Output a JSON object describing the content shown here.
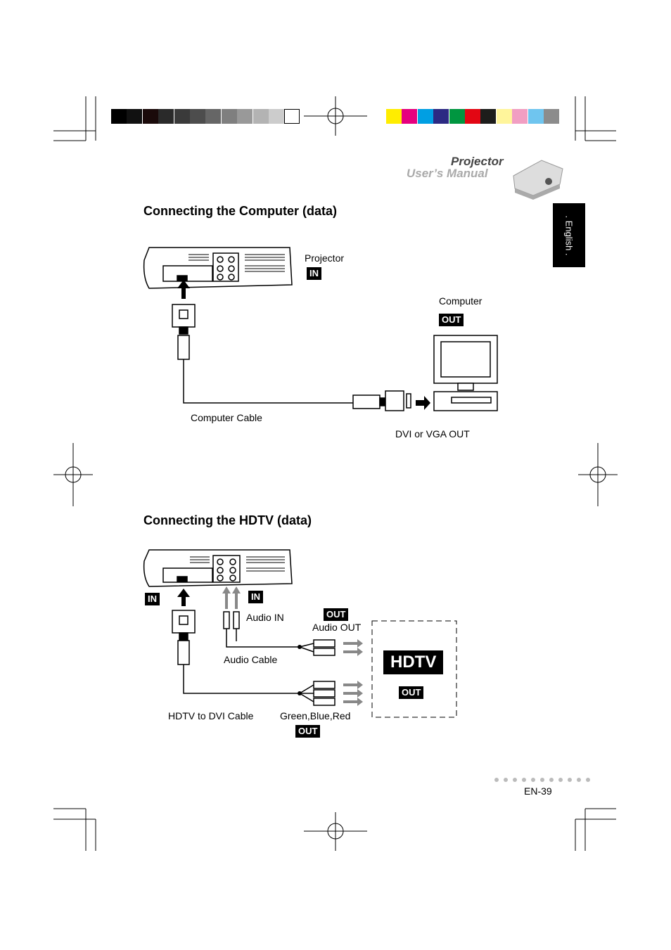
{
  "brand": {
    "line1": "Projector",
    "line2": "User’s Manual"
  },
  "language_tab": ". English .",
  "section_computer": {
    "title": "Connecting the Computer (data)",
    "projector_label": "Projector",
    "in_badge": "IN",
    "computer_label": "Computer",
    "out_badge": "OUT",
    "cable_label": "Computer Cable",
    "port_label": "DVI or VGA OUT"
  },
  "section_hdtv": {
    "title": "Connecting the HDTV (data)",
    "in_badge_left": "IN",
    "in_badge_audio": "IN",
    "audio_in_label": "Audio IN",
    "out_badge_audio": "OUT",
    "audio_out_label": "Audio OUT",
    "audio_cable_label": "Audio Cable",
    "hdtv_label": "HDTV",
    "hdtv_out_badge": "OUT",
    "hdtv_cable_label": "HDTV to DVI Cable",
    "rgb_label": "Green,Blue,Red",
    "rgb_out_badge": "OUT"
  },
  "page_number": "EN-39",
  "colors": {
    "gray_scale": [
      "#000000",
      "#111111",
      "#1a0a0a",
      "#2a2a2a",
      "#3a3a3a",
      "#4d4d4d",
      "#666666",
      "#7f7f7f",
      "#999999",
      "#b3b3b3",
      "#cccccc",
      "#ffffff"
    ],
    "color_bar": [
      "#ffed00",
      "#e6007e",
      "#009fe3",
      "#2c2a83",
      "#009640",
      "#e30613",
      "#1d1d1b",
      "#fff59b",
      "#f19ec2",
      "#6fc5ef",
      "#8c8c8c"
    ]
  }
}
